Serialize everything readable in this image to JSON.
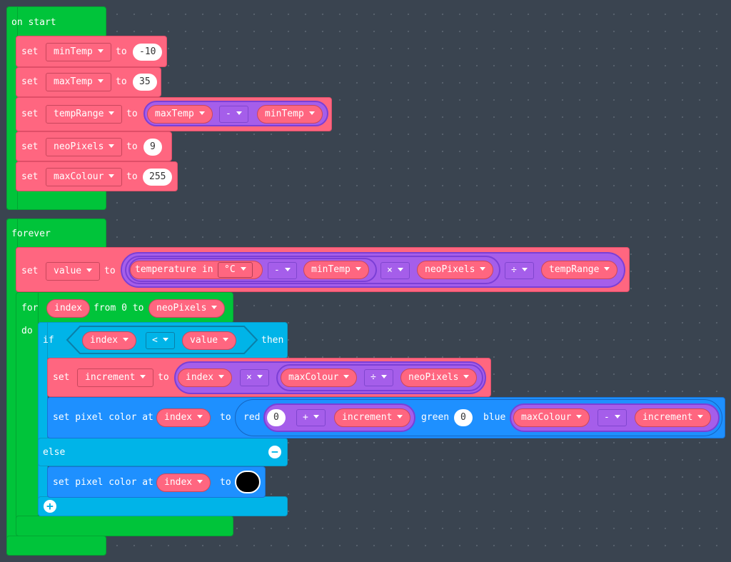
{
  "colors": {
    "event": "#00c43a",
    "variables": "#ff6680",
    "logic": "#00b4e8",
    "light": "#1e90ff",
    "math": "#a55eea",
    "background": "#3a4450"
  },
  "on_start": {
    "label": "on start",
    "rows": [
      {
        "set": "set",
        "var": "minTemp",
        "to": "to",
        "value": "-10"
      },
      {
        "set": "set",
        "var": "maxTemp",
        "to": "to",
        "value": "35"
      },
      {
        "set": "set",
        "var": "tempRange",
        "to": "to",
        "left": "maxTemp",
        "op": "-",
        "right": "minTemp"
      },
      {
        "set": "set",
        "var": "neoPixels",
        "to": "to",
        "value": "9"
      },
      {
        "set": "set",
        "var": "maxColour",
        "to": "to",
        "value": "255"
      }
    ]
  },
  "forever": {
    "label": "forever",
    "set_value": {
      "set": "set",
      "var": "value",
      "to": "to",
      "temperature": "temperature in",
      "unit": "°C",
      "op1": "-",
      "sub": "minTemp",
      "op2": "×",
      "mul": "neoPixels",
      "op3": "÷",
      "div": "tempRange"
    },
    "for_loop": {
      "for": "for",
      "var": "index",
      "from": "from 0 to",
      "end": "neoPixels",
      "do": "do"
    },
    "if_block": {
      "if": "if",
      "left": "index",
      "op": "<",
      "right": "value",
      "then": "then",
      "set_increment": {
        "set": "set",
        "var": "increment",
        "to": "to",
        "a": "index",
        "op1": "×",
        "b": "maxColour",
        "op2": "÷",
        "c": "neoPixels"
      },
      "set_pixel": {
        "label": "set pixel color at",
        "index": "index",
        "to": "to",
        "red": "red",
        "r0": "0",
        "rop": "+",
        "rvar": "increment",
        "green": "green",
        "g": "0",
        "blue": "blue",
        "b1": "maxColour",
        "bop": "-",
        "b2": "increment"
      },
      "else": "else",
      "else_pixel": {
        "label": "set pixel color at",
        "index": "index",
        "to": "to",
        "color": "#000000"
      },
      "minus_icon": "−",
      "plus_icon": "+"
    }
  }
}
